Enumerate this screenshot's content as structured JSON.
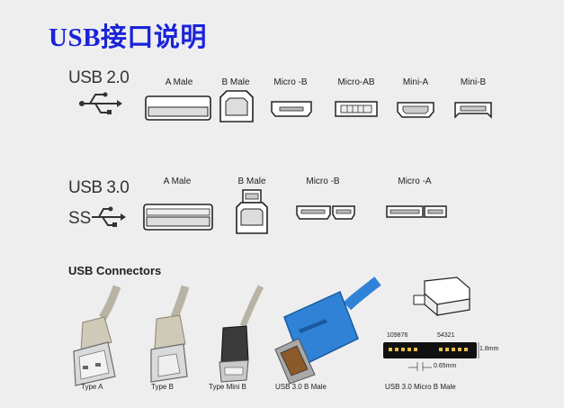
{
  "title": "USB接口说明",
  "usb2": {
    "version": "USB 2.0",
    "connectors": [
      "A Male",
      "B Male",
      "Micro -B",
      "Micro-AB",
      "Mini-A",
      "Mini-B"
    ]
  },
  "usb3": {
    "version": "USB 3.0",
    "connectors": [
      "A Male",
      "B Male",
      "Micro -B",
      "Micro -A"
    ]
  },
  "connectors_section": {
    "heading": "USB Connectors",
    "photos": [
      "Type A",
      "Type B",
      "Type Mini B",
      "USB 3.0 B Male",
      "USB 3.0 Micro B Male"
    ]
  },
  "pinout": {
    "left_pins": "109876",
    "right_pins": "54321",
    "dim_height": "1.8mm",
    "dim_pitch": "0.65mm"
  },
  "colors": {
    "title": "#1a23d8",
    "usb3_blue": "#2f82d6"
  },
  "icons": [
    "usb-trident-icon",
    "superspeed-usb-icon"
  ]
}
